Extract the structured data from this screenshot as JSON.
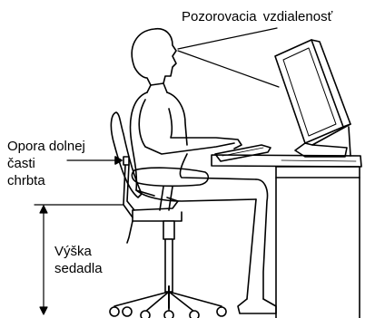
{
  "labels": {
    "viewing_distance": "Pozorovacia vzdialenosť",
    "lower_back_support": [
      "Opora dolnej",
      "časti",
      "chrbta"
    ],
    "seat_height": [
      "Výška",
      "sedadla"
    ]
  },
  "colors": {
    "line": "#000000",
    "background": "#ffffff"
  }
}
